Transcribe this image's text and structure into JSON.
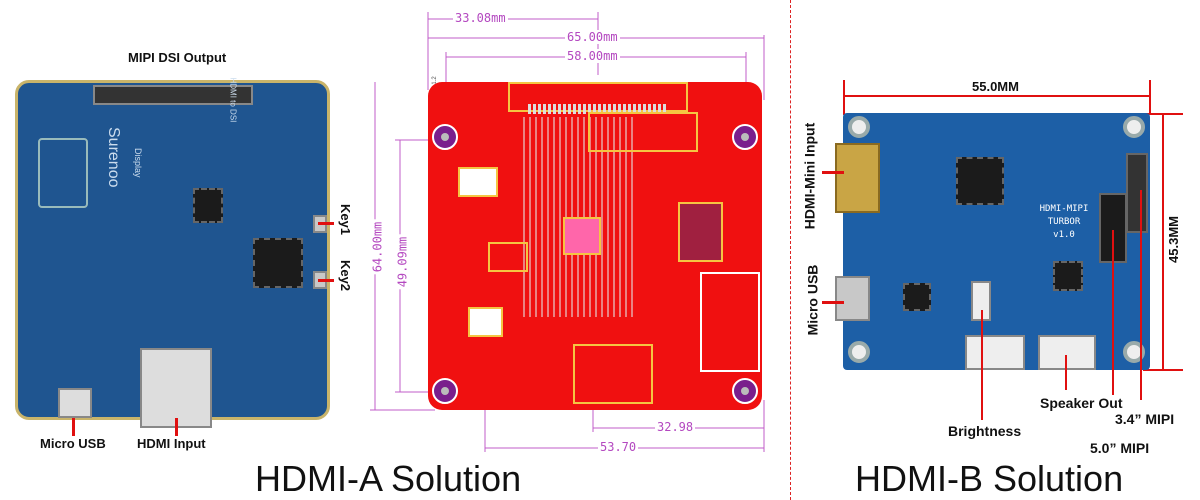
{
  "left_board": {
    "title": "MIPI DSI Output",
    "brand": "Surenoo",
    "brand_sub": "Display",
    "silk_text": "HDMI to DSI",
    "labels": {
      "key1": "Key1",
      "key2": "Key2",
      "micro_usb": "Micro USB",
      "hdmi_input": "HDMI Input"
    }
  },
  "pcb_drawing": {
    "version_text": "DSI Version 1.2",
    "dimensions": {
      "d1": "33.08mm",
      "d2": "65.00mm",
      "d3": "58.00mm",
      "d4": "64.00mm",
      "d5": "49.09mm",
      "d6": "32.98",
      "d7": "53.70"
    }
  },
  "right_board": {
    "silk_line1": "HDMI-MIPI",
    "silk_line2": "TURBOR",
    "silk_line3": "v1.0",
    "width": "55.0MM",
    "height": "45.3MM",
    "labels": {
      "hdmi_mini": "HDMI-Mini Input",
      "micro_usb": "Micro USB",
      "brightness": "Brightness",
      "speaker": "Speaker Out",
      "mipi34": "3.4” MIPI",
      "mipi50": "5.0” MIPI"
    }
  },
  "titles": {
    "a": "HDMI-A Solution",
    "b": "HDMI-B Solution"
  },
  "colors": {
    "accent_red": "#e01010",
    "dimension": "#b448c0",
    "pcb_red": "#f01010",
    "board_blue": "#1f5590"
  }
}
